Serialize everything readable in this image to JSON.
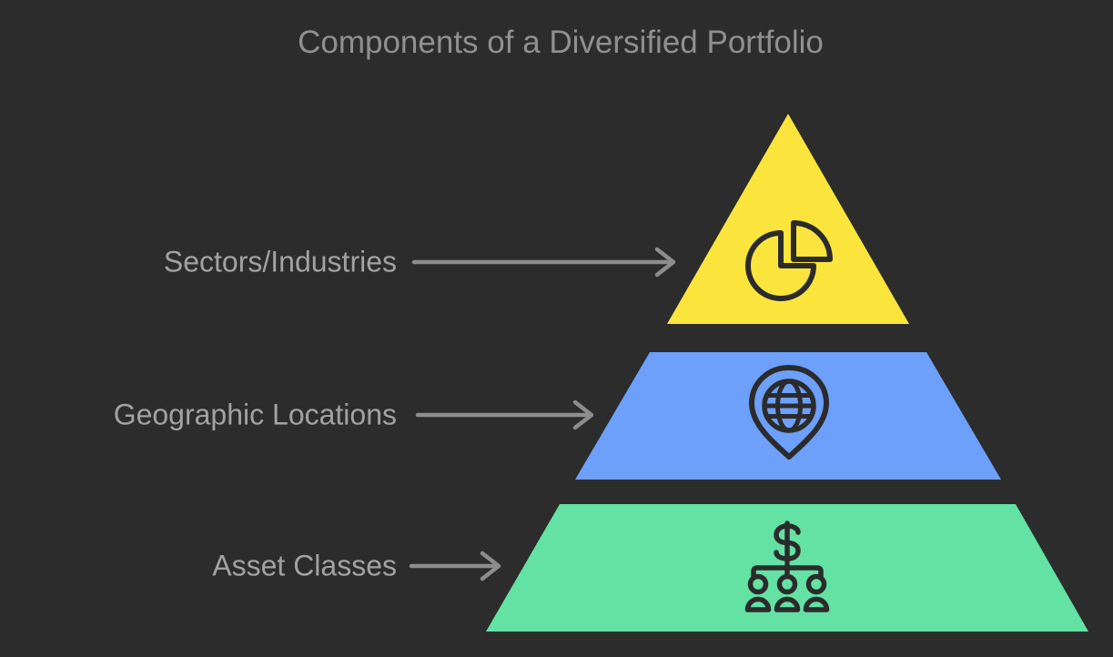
{
  "title": "Components of a Diversified Portfolio",
  "colors": {
    "background": "#2C2C2C",
    "title_text": "#909090",
    "label_text": "#A2A2A2",
    "arrow": "#8D8D8D",
    "icon_stroke": "#2B2B2B"
  },
  "layers": [
    {
      "label": "Sectors/Industries",
      "color": "#FBE53C",
      "icon": "pie-chart-icon",
      "position": "top"
    },
    {
      "label": "Geographic Locations",
      "color": "#6CA0FA",
      "icon": "globe-pin-icon",
      "position": "middle"
    },
    {
      "label": "Asset Classes",
      "color": "#63E2A3",
      "icon": "money-hierarchy-icon",
      "position": "bottom"
    }
  ]
}
